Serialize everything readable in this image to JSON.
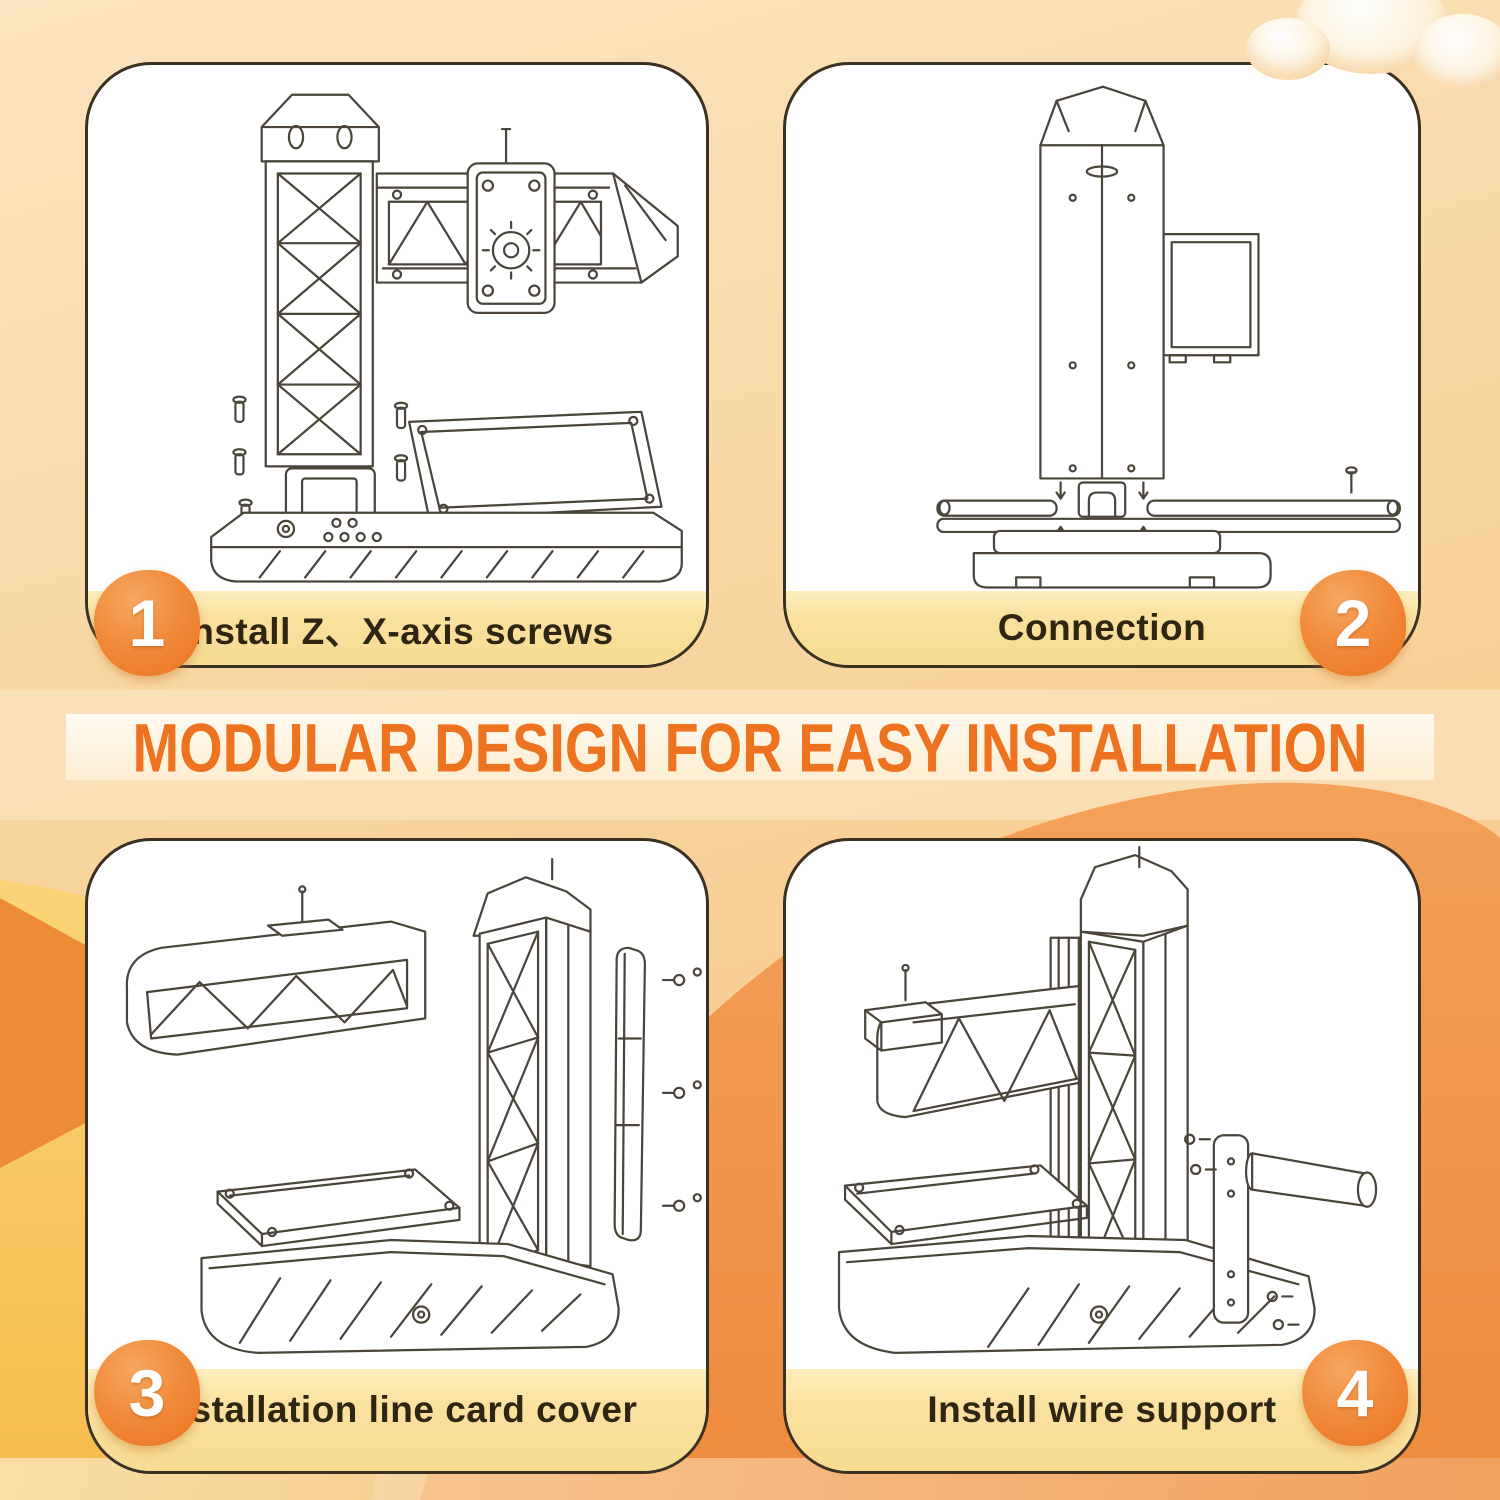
{
  "banner": {
    "text": "MODULAR DESIGN FOR EASY INSTALLATION"
  },
  "steps": [
    {
      "number": "1",
      "label": "Install Z、X-axis screws",
      "illustration": "printer-front-view-with-screws"
    },
    {
      "number": "2",
      "label": "Connection",
      "illustration": "printer-side-view-connection"
    },
    {
      "number": "3",
      "label": "Installation line card cover",
      "illustration": "printer-iso-view-line-card-cover"
    },
    {
      "number": "4",
      "label": "Install wire support",
      "illustration": "printer-iso-view-wire-support"
    }
  ],
  "colors": {
    "accent_orange": "#ed7320",
    "badge_orange": "#ee7d2b",
    "label_bar_yellow": "#f8db92",
    "panel_border": "#3b3123",
    "background_peach": "#f9d7a4",
    "dune_orange": "#f0954a",
    "dune_yellow": "#f6c452"
  }
}
